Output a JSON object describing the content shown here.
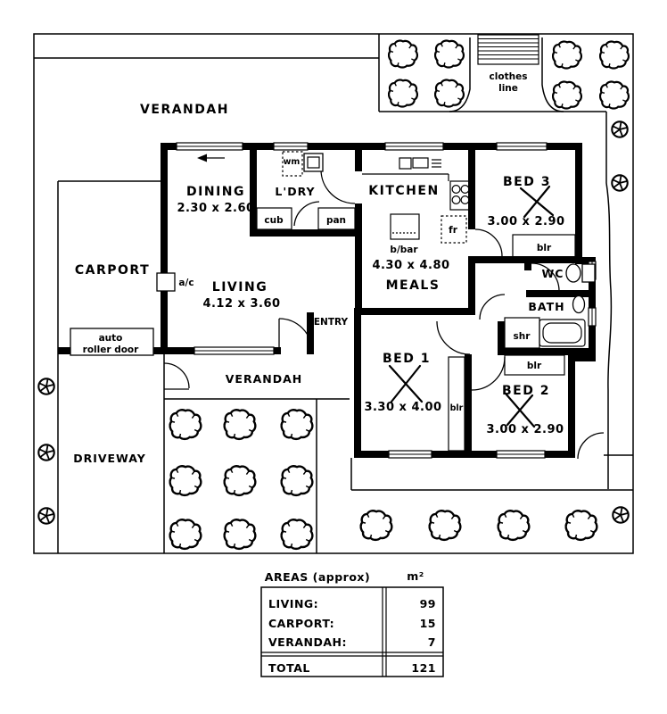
{
  "plan": {
    "verandah_top": "VERANDAH",
    "verandah_front": "VERANDAH",
    "carport": "CARPORT",
    "driveway": "DRIVEWAY",
    "entry": "ENTRY",
    "clothes_line": {
      "line1": "clothes",
      "line2": "line"
    },
    "roller_door": {
      "line1": "auto",
      "line2": "roller door"
    },
    "rooms": {
      "dining": {
        "name": "DINING",
        "size": "2.30 x 2.60"
      },
      "ldry": {
        "name": "L'DRY"
      },
      "kitchen": {
        "name": "KITCHEN"
      },
      "meals": {
        "name": "MEALS",
        "size": "4.30 x 4.80"
      },
      "living": {
        "name": "LIVING",
        "size": "4.12 x 3.60"
      },
      "bed1": {
        "name": "BED 1",
        "size": "3.30 x 4.00"
      },
      "bed2": {
        "name": "BED 2",
        "size": "3.00 x 2.90"
      },
      "bed3": {
        "name": "BED 3",
        "size": "3.00 x 2.90"
      },
      "bath": {
        "name": "BATH"
      },
      "wc": {
        "name": "WC"
      }
    },
    "fixtures": {
      "wm": "wm",
      "cub": "cub",
      "pan": "pan",
      "fr": "fr",
      "bbar": "b/bar",
      "ac": "a/c",
      "shr": "shr",
      "blr": "blr"
    }
  },
  "areas_table": {
    "title": "AREAS (approx)",
    "unit": "m²",
    "rows": [
      {
        "label": "LIVING:",
        "value": "99"
      },
      {
        "label": "CARPORT:",
        "value": "15"
      },
      {
        "label": "VERANDAH:",
        "value": "7"
      }
    ],
    "total": {
      "label": "TOTAL",
      "value": "121"
    }
  },
  "icons": {
    "bush": "bush-icon",
    "small_tree": "small-tree-icon",
    "clothes_line_hatch": "clothes-line-icon",
    "door_swing": "door-swing-icon",
    "ceiling_fan": "ceiling-fan-icon",
    "window": "window-icon",
    "sliding_arrow": "sliding-door-arrow-icon",
    "toilet": "toilet-icon",
    "bathtub": "bathtub-icon",
    "basin": "basin-icon",
    "stove": "stove-icon",
    "washing_machine": "washing-machine-icon",
    "fridge": "fridge-icon"
  },
  "colors": {
    "line": "#000000",
    "background": "#ffffff"
  }
}
